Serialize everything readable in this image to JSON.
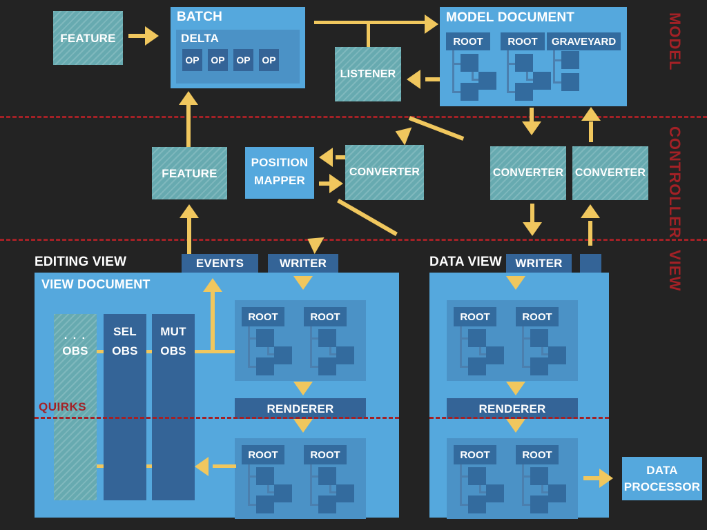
{
  "lanes": [
    {
      "id": "model",
      "label": "MODEL"
    },
    {
      "id": "controller",
      "label": "CONTROLLER"
    },
    {
      "id": "view",
      "label": "VIEW"
    }
  ],
  "quirks_label": "QUIRKS",
  "colors": {
    "background": "#232323",
    "teal": "#67aab0",
    "blue_light": "#55a8dd",
    "blue_mid": "#4b92c6",
    "blue_dark": "#346497",
    "arrow": "#f0c75e",
    "divider_red": "#a32126",
    "text": "#ffffff"
  },
  "model": {
    "feature_label": "FEATURE",
    "batch": {
      "title": "BATCH",
      "delta_title": "DELTA",
      "ops": [
        "OP",
        "OP",
        "OP",
        "OP"
      ]
    },
    "listener_label": "LISTENER",
    "model_document": {
      "title": "MODEL DOCUMENT",
      "trees": [
        "ROOT",
        "ROOT",
        "GRAVEYARD"
      ]
    }
  },
  "controller": {
    "feature_label": "FEATURE",
    "position_mapper_label": "POSITION MAPPER",
    "position_mapper_line1": "POSITION",
    "position_mapper_line2": "MAPPER",
    "converter_main_label": "CONVERTER",
    "converter_data_a_label": "CONVERTER",
    "converter_data_b_label": "CONVERTER"
  },
  "view": {
    "editing": {
      "title": "EDITING VIEW",
      "events_label": "EVENTS",
      "writer_label": "WRITER",
      "document_title": "VIEW DOCUMENT",
      "observers": [
        {
          "line1": ". . .",
          "line2": "OBS",
          "style": "teal"
        },
        {
          "line1": "SEL",
          "line2": "OBS",
          "style": "blue"
        },
        {
          "line1": "MUT",
          "line2": "OBS",
          "style": "blue"
        }
      ],
      "renderer_label": "RENDERER",
      "tree_top": [
        "ROOT",
        "ROOT"
      ],
      "tree_bottom": [
        "ROOT",
        "ROOT"
      ]
    },
    "data": {
      "title": "DATA VIEW",
      "writer_label": "WRITER",
      "extra_box_label": "",
      "renderer_label": "RENDERER",
      "tree_top": [
        "ROOT",
        "ROOT"
      ],
      "tree_bottom": [
        "ROOT",
        "ROOT"
      ],
      "data_processor_line1": "DATA",
      "data_processor_line2": "PROCESSOR"
    }
  }
}
